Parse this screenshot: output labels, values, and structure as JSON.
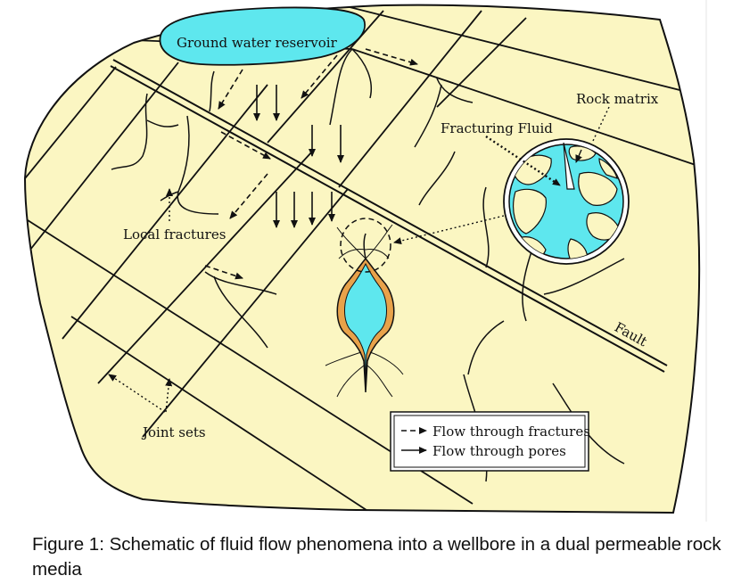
{
  "labels": {
    "reservoir": "Ground water reservoir",
    "rock_matrix": "Rock matrix",
    "fracturing_fluid": "Fracturing Fluid",
    "local_fractures": "Local fractures",
    "fault": "Fault",
    "joint_sets": "Joint sets"
  },
  "legend": {
    "fractures": "Flow through fractures",
    "pores": "Flow through pores"
  },
  "caption": "Figure 1: Schematic of fluid flow phenomena into a wellbore in a dual permeable rock media",
  "colors": {
    "rock": "#FBF6C2",
    "fluid": "#5EE7EE",
    "casing": "#E8A24A",
    "line": "#111111"
  }
}
